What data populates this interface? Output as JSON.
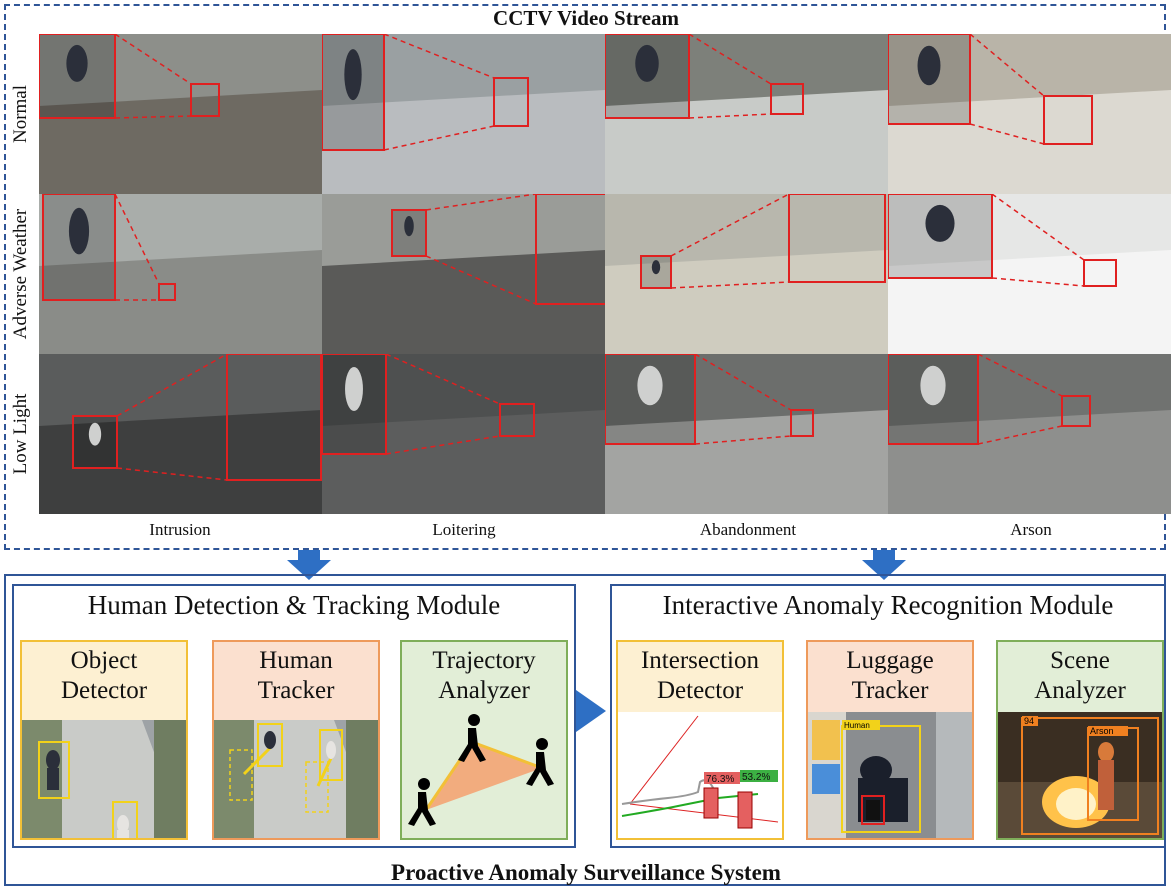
{
  "cctv": {
    "title": "CCTV Video Stream",
    "rows": [
      "Normal",
      "Adverse Weather",
      "Low Light"
    ],
    "columns": [
      "Intrusion",
      "Loitering",
      "Abandonment",
      "Arson"
    ]
  },
  "system": {
    "title": "Proactive Anomaly Surveillance System",
    "module_left": {
      "title": "Human Detection & Tracking Module",
      "cards": [
        {
          "line1": "Object",
          "line2": "Detector"
        },
        {
          "line1": "Human",
          "line2": "Tracker"
        },
        {
          "line1": "Trajectory",
          "line2": "Analyzer"
        }
      ]
    },
    "module_right": {
      "title": "Interactive Anomaly Recognition Module",
      "cards": [
        {
          "line1": "Intersection",
          "line2": "Detector"
        },
        {
          "line1": "Luggage",
          "line2": "Tracker"
        },
        {
          "line1": "Scene",
          "line2": "Analyzer"
        }
      ],
      "labels": {
        "pct1": "76.3%",
        "pct2": "53.2%",
        "human": "Human",
        "arson": "Arson",
        "score": "94"
      }
    }
  },
  "colors": {
    "frame_blue": "#2f5597",
    "arrow_blue": "#2e6fc4",
    "yellow_card": "#fdf0d2",
    "yellow_border": "#f2c037",
    "orange_card": "#fbe0cf",
    "orange_border": "#ee9a5b",
    "green_card": "#e2eed7",
    "green_border": "#7fae5a",
    "box_red": "#e02020"
  }
}
